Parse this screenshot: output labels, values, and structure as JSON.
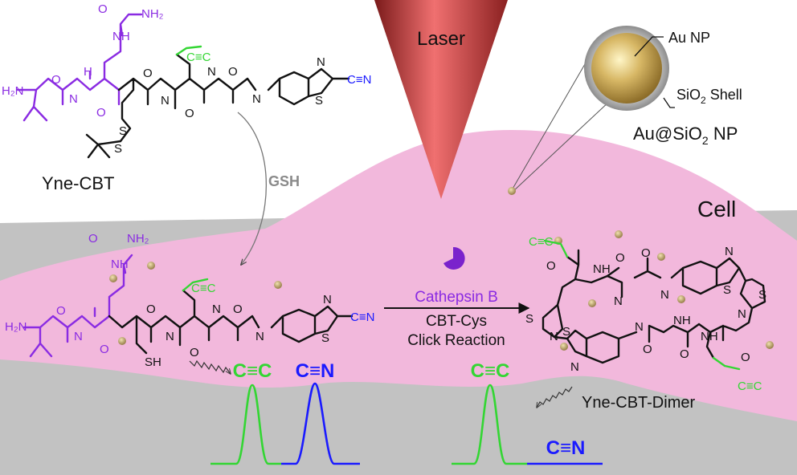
{
  "labels": {
    "laser": "Laser",
    "au_np": "Au NP",
    "sio2_shell_main": "SiO",
    "sio2_shell_sub": "2",
    "sio2_shell_tail": " Shell",
    "au_sio2_main": "Au@SiO",
    "au_sio2_sub": "2",
    "au_sio2_tail": " NP",
    "cell": "Cell",
    "yne_cbt": "Yne-CBT",
    "gsh": "GSH",
    "cathepsin_b": "Cathepsin B",
    "cbt_cys": "CBT-Cys",
    "click_reaction": "Click Reaction",
    "yne_cbt_dimer": "Yne-CBT-Dimer",
    "alkyne_peak": "C≡C",
    "nitrile_peak": "C≡N",
    "nitrile_peak_2": "C≡N",
    "alkyne_peak_2": "C≡C"
  },
  "atoms": {
    "h2n": "H₂N",
    "nh2": "NH₂",
    "nh": "NH",
    "n": "N",
    "h": "H",
    "o": "O",
    "s": "S",
    "sh": "SH",
    "cn": "C≡N"
  },
  "colors": {
    "cell_pink": "#f2b8dc",
    "substrate_gray": "#c2c2c2",
    "purple": "#8a2be2",
    "green": "#33d633",
    "blue": "#1a1aff",
    "black": "#111111",
    "laser_red": "#c83a3a",
    "gold": "#c9a655",
    "gsh_gray": "#8a8a8a"
  }
}
